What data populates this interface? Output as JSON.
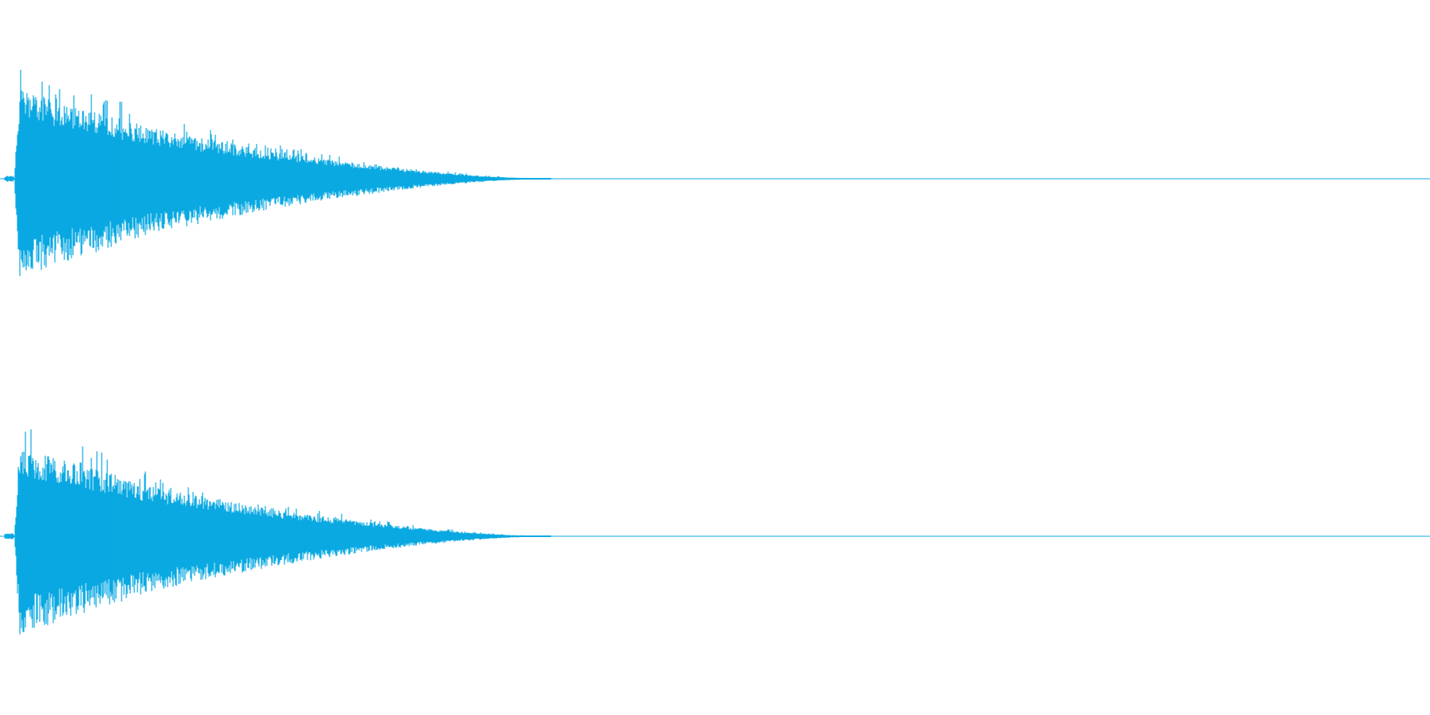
{
  "waveform": {
    "color": "#0aa9e2",
    "channels": [
      {
        "id": "left"
      },
      {
        "id": "right"
      }
    ],
    "envelope_peak_fraction": 0.92,
    "decay_end_fraction": 0.385
  }
}
